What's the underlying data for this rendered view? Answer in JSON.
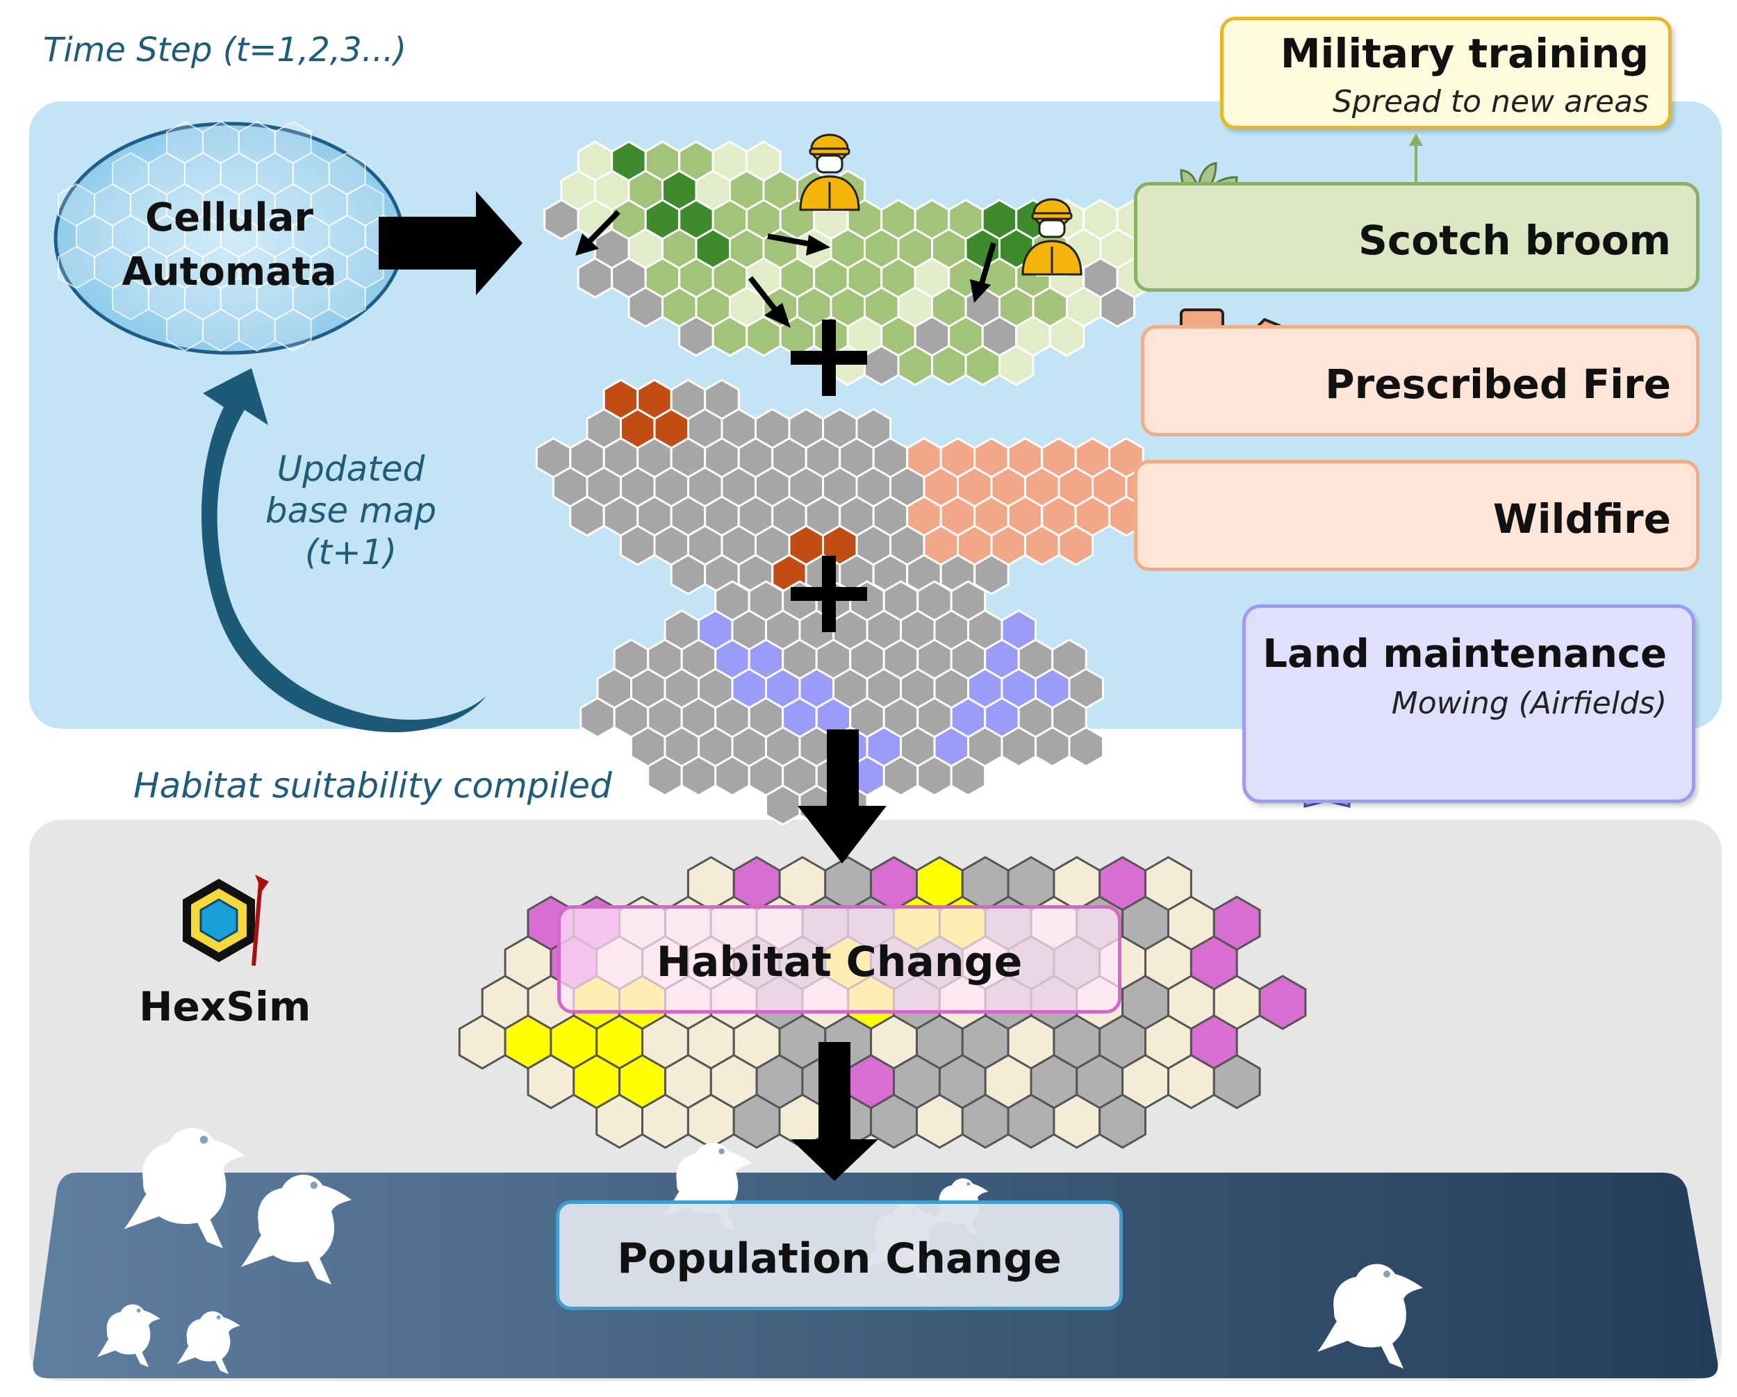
{
  "header": {
    "time_step": "Time Step (t=1,2,3...)"
  },
  "cellular_automata": {
    "label_line1": "Cellular",
    "label_line2": "Automata"
  },
  "loop": {
    "line1": "Updated",
    "line2": "base map",
    "line3": "(t+1)"
  },
  "drivers": {
    "military": {
      "title": "Military training",
      "subtitle": "Spread to new areas",
      "icon": "soldier-icon"
    },
    "scotch_broom": {
      "title": "Scotch broom",
      "icon": "plant-icon"
    },
    "prescribed_fire": {
      "title": "Prescribed Fire",
      "icon": "fuel-can-icon"
    },
    "wildfire": {
      "title": "Wildfire",
      "icon": "flames-icon"
    },
    "land_maintenance": {
      "title": "Land maintenance",
      "subtitle": "Mowing (Airfields)",
      "icon": "airplane-icon"
    }
  },
  "habitat": {
    "compiled_label": "Habitat suitability compiled",
    "change_label": "Habitat Change"
  },
  "hexsim": {
    "label": "HexSim",
    "icon": "hexsim-logo-icon"
  },
  "population": {
    "label": "Population Change",
    "icon": "bird-icon"
  },
  "colors": {
    "top_panel": "#c3e4f4",
    "mid_panel": "#e6e6e6",
    "bottom_panel": "#27425e",
    "hex_gray": "#a6a6a6",
    "green_dark": "#3f8a2c",
    "green_mid": "#a3c37a",
    "green_light": "#e1ecc8",
    "fire_dark": "#c24d14",
    "fire_light": "#f2a888",
    "mow_blue": "#9a9cf7",
    "magenta": "#d86ed0",
    "yellow": "#ffff00",
    "cream": "#f4ecd6",
    "soldier_yellow": "#f5b40a"
  }
}
